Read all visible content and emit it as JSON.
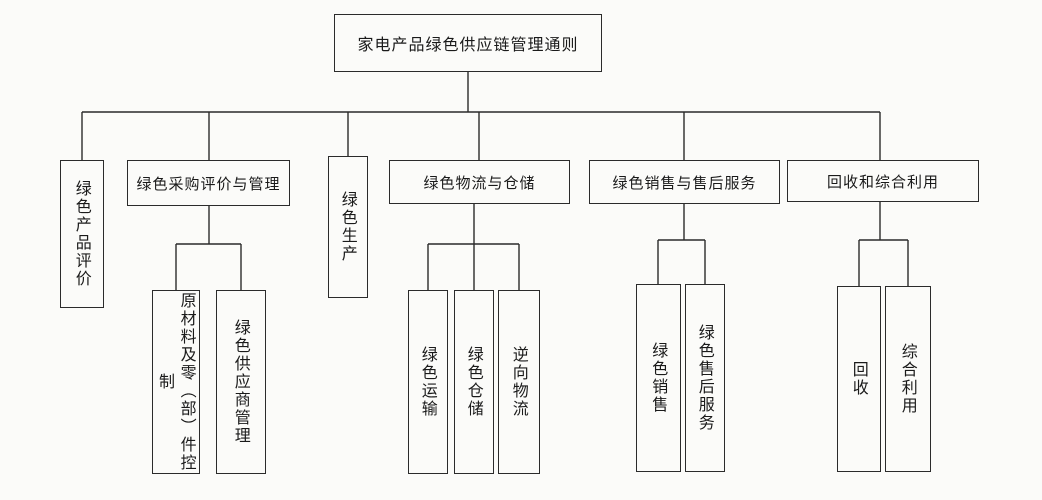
{
  "diagram": {
    "root": "家电产品绿色供应链管理通则",
    "children": [
      "绿色产品评价",
      "绿色采购评价与管理",
      "绿色生产",
      "绿色物流与仓储",
      "绿色销售与售后服务",
      "回收和综合利用"
    ],
    "grandchildren": {
      "purchase": [
        "原材料及零（部）件控制",
        "绿色供应商管理"
      ],
      "logistics": [
        "绿色运输",
        "绿色仓储",
        "逆向物流"
      ],
      "sales": [
        "绿色销售",
        "绿色售后服务"
      ],
      "recycle": [
        "回收",
        "综合利用"
      ]
    }
  },
  "colors": {
    "line": "#2b2b2b",
    "background": "#fbfbf9"
  }
}
